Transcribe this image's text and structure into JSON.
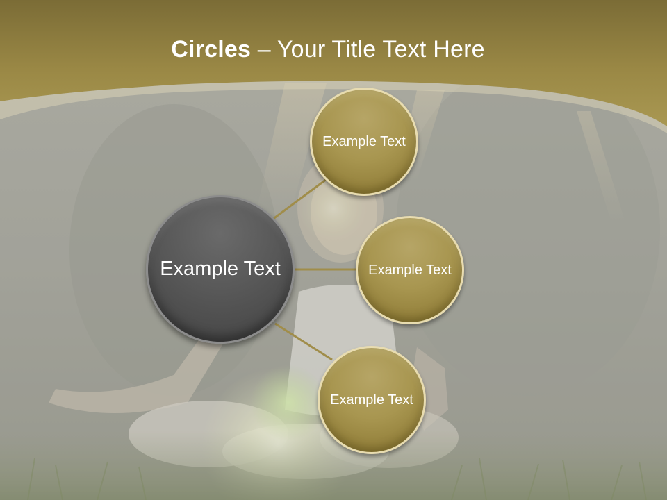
{
  "title": {
    "bold_part": "Circles",
    "separator": " – ",
    "rest": "Your Title Text Here"
  },
  "center_circle": {
    "label": "Example Text"
  },
  "outer_circles": [
    {
      "label": "Example Text"
    },
    {
      "label": "Example Text"
    },
    {
      "label": "Example Text"
    }
  ],
  "colors": {
    "header_gold": "#a8954f",
    "circle_gold": "#a89650",
    "circle_dark": "#585858",
    "connector": "#a08d4a",
    "text": "#ffffff"
  }
}
